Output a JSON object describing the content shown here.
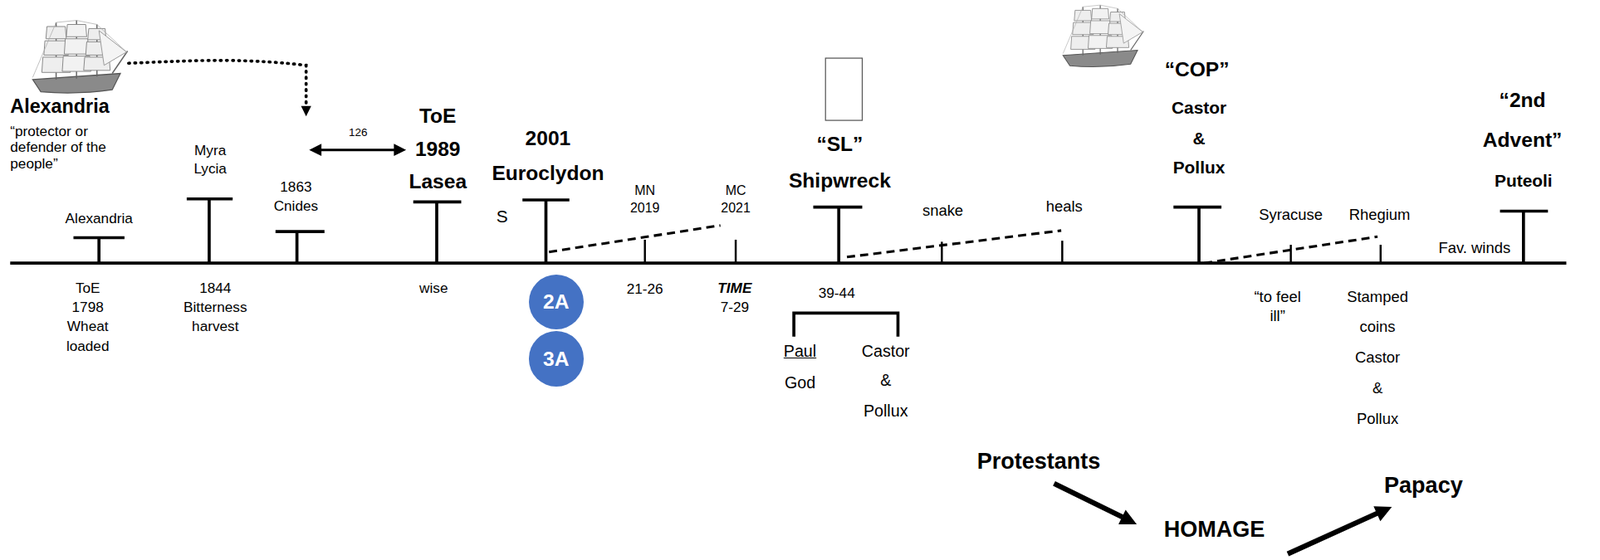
{
  "diagram": {
    "nodes": [
      {
        "text": [
          "2A"
        ]
      },
      {
        "text": [
          "3A"
        ]
      }
    ],
    "labels": [
      "Alexandria",
      "“protector or defender of the people”",
      "Alexandria",
      "ToE",
      "1798",
      "Wheat",
      "loaded",
      "Myra",
      "Lycia",
      "1844",
      "Bitterness",
      "harvest",
      "126",
      "1863",
      "Cnides",
      "ToE",
      "1989",
      "Lasea",
      "wise",
      "2001",
      "Euroclydon",
      "S",
      "MN",
      "2019",
      "21-26",
      "MC",
      "2021",
      "TIME",
      "7-29",
      "“SL”",
      "Shipwreck",
      "39-44",
      "Paul",
      "God",
      "Castor",
      "&",
      "Pollux",
      "snake",
      "heals",
      "“COP”",
      "Castor",
      "&",
      "Pollux",
      "Syracuse",
      "“to feel",
      "ill”",
      "Rhegium",
      "Stamped",
      "coins",
      "Castor",
      "&",
      "Pollux",
      "Fav. winds",
      "“2nd",
      "Advent”",
      "Puteoli",
      "Protestants",
      "HOMAGE",
      "Papacy"
    ]
  }
}
